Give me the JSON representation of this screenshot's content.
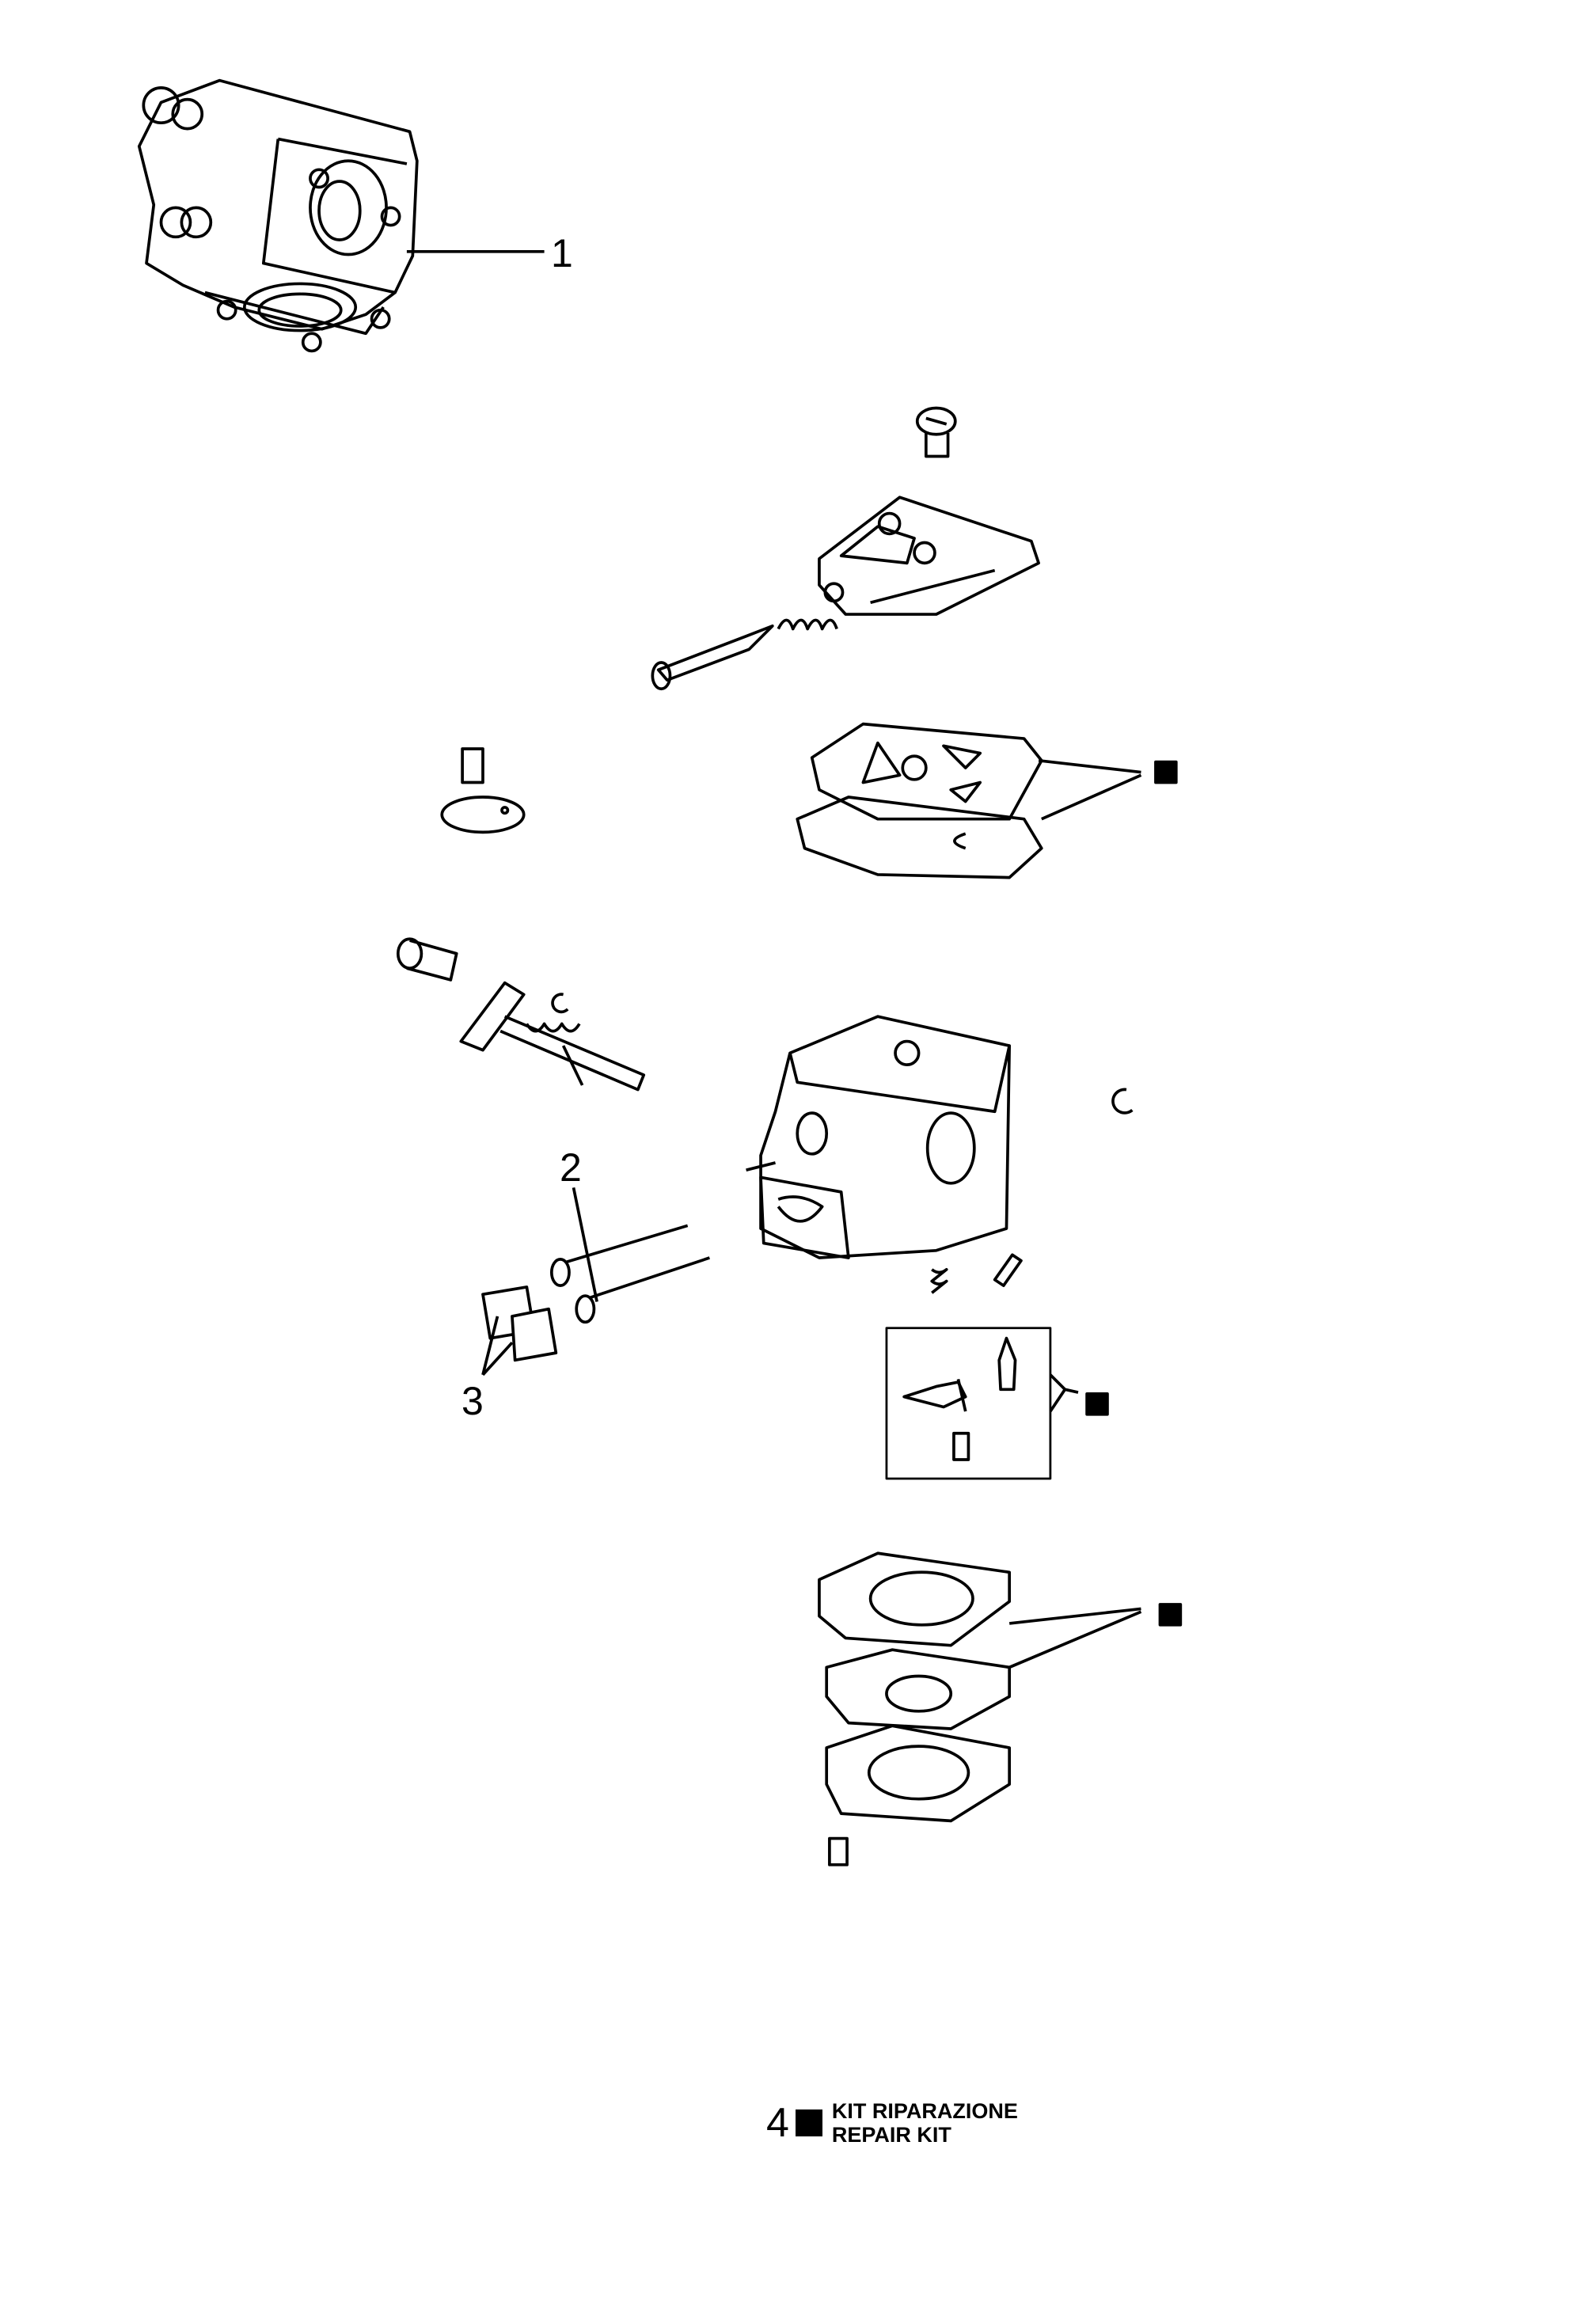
{
  "callouts": {
    "c1": "1",
    "c2": "2",
    "c3": "3"
  },
  "legend": {
    "number": "4",
    "line1": "KIT RIPARAZIONE",
    "line2": "REPAIR KIT"
  },
  "colors": {
    "ink": "#000000",
    "paper": "#ffffff"
  }
}
